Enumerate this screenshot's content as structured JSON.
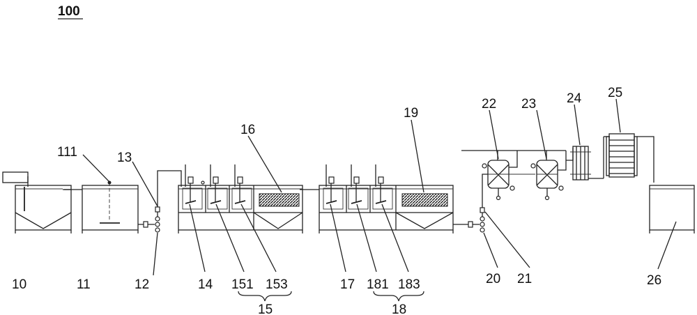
{
  "figure": {
    "title": "100",
    "labels": {
      "l10": "10",
      "l11": "11",
      "l111": "111",
      "l12": "12",
      "l13": "13",
      "l14": "14",
      "l151": "151",
      "l153": "153",
      "l15": "15",
      "l16": "16",
      "l17": "17",
      "l181": "181",
      "l183": "183",
      "l18": "18",
      "l19": "19",
      "l20": "20",
      "l21": "21",
      "l22": "22",
      "l23": "23",
      "l24": "24",
      "l25": "25",
      "l26": "26"
    }
  },
  "colors": {
    "line": "#222222",
    "background": "#ffffff"
  }
}
